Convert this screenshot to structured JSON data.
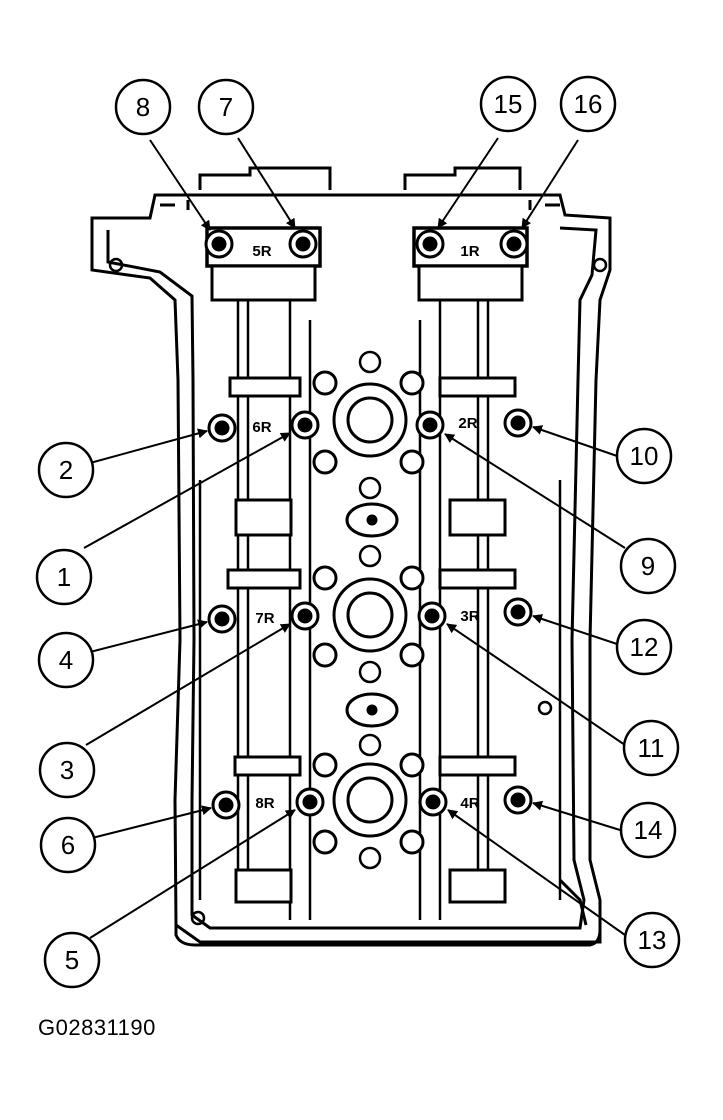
{
  "callouts": [
    "1",
    "2",
    "3",
    "4",
    "5",
    "6",
    "7",
    "8",
    "9",
    "10",
    "11",
    "12",
    "13",
    "14",
    "15",
    "16"
  ],
  "cap_labels": [
    "5R",
    "1R",
    "6R",
    "2R",
    "7R",
    "3R",
    "8R",
    "4R"
  ],
  "figure_id": "G02831190",
  "colors": {
    "ink": "#000000",
    "paper": "#ffffff"
  }
}
